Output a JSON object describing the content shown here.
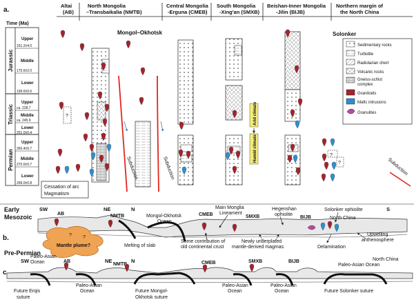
{
  "panel_labels": {
    "a": "a.",
    "b": "b.",
    "c": "c."
  },
  "time_axis": {
    "title": "Time (Ma)",
    "periods": [
      "Jurassic",
      "Triassic",
      "Permian"
    ],
    "epochs": [
      {
        "name": "Upper",
        "age": "161.2±4.0"
      },
      {
        "name": "Middle",
        "age": "175.6±2.0"
      },
      {
        "name": "Lower",
        "age": "199.6±0.6"
      },
      {
        "name": "Upper",
        "age": "ca. 228.7"
      },
      {
        "name": "Middle",
        "age": "ca. 245.9"
      },
      {
        "name": "Lower",
        "age": "251.0±0.4"
      },
      {
        "name": "Upper",
        "age": "260.4±0.7"
      },
      {
        "name": "Middle",
        "age": "270.6±0.7"
      },
      {
        "name": "Lower",
        "age": "299.0±0.8"
      }
    ]
  },
  "columns": [
    {
      "line1": "Altai",
      "line2": "(AB)"
    },
    {
      "line1": "North Mongolia",
      "line2": "–Transbaikalia (NMTB)"
    },
    {
      "line1": "Central Mongolia",
      "line2": "-Erguna (CMEB)"
    },
    {
      "line1": "South Mongolia",
      "line2": "-Xing'an (SMXB)"
    },
    {
      "line1": "Beishan-Inner Mongolia",
      "line2": "-Jilin (BIJB)"
    },
    {
      "line1": "Northern margin of",
      "line2": "the North China"
    }
  ],
  "panel_a_labels": {
    "ocean": "Mongol–Okhotsk",
    "solonker": "Solonker",
    "subduction_left": "Subduction",
    "subduction_right": "Subduction",
    "subduction_legend": "Subduction",
    "cessation_1": "Cessation of arc",
    "cessation_2": "Magmatism",
    "arid": "Arid climate",
    "humid": "Humid climate",
    "question_marks": [
      "?",
      "?",
      "?"
    ]
  },
  "legend": [
    {
      "label": "Sedimentary rocks"
    },
    {
      "label": "Turbidite"
    },
    {
      "label": "Radiolarian chert"
    },
    {
      "label": "Volcanic rocks"
    },
    {
      "label": "Gneiss-schist",
      "label2": "complex"
    },
    {
      "label": "Granitoids"
    },
    {
      "label": "Mafic intrusions"
    },
    {
      "label": "Granulites"
    }
  ],
  "panel_b": {
    "title1": "Early",
    "title2": "Mesozoic",
    "sw": "SW",
    "ne": "NE",
    "n": "N",
    "s": "S",
    "ab": "AB",
    "nmtb": "NMTB",
    "ocean1": "Mongol-Okhotsk",
    "ocean2": "Ocean",
    "cmeb": "CMEB",
    "mml1": "Main Monglia",
    "mml2": "Lineament",
    "smxb": "SMXB",
    "heg1": "Hegenshan",
    "heg2": "ophiolite",
    "sol": "Solonker ophiolite",
    "bijb": "BIJB",
    "nc": "North China",
    "plume": "Mantle plume?",
    "q1": "?",
    "q2": "?",
    "melt": "Melting of slab",
    "contrib1": "Some contribution of",
    "contrib2": "old continental crust",
    "under1": "Newly underplated",
    "under2": "mantle-derived magmas",
    "delam": "Delamination",
    "upw1": "Upwelling",
    "upw2": "anthenosphere"
  },
  "panel_c": {
    "title": "Pre-Permian",
    "sw": "SW",
    "ne": "NE",
    "n": "N",
    "nc": "North China",
    "pao1_a": "Paleo-Asian",
    "pao1_b": "Ocean",
    "ab": "AB",
    "nmtb": "NMTB",
    "cmeb": "CMEB",
    "smxb": "SMXB",
    "bijb": "BIJB",
    "pao2_a": "Paleo-Asian",
    "pao2_b": "Ocean",
    "pao3_a": "Paleo-Asian",
    "pao3_b": "Ocean",
    "pao4_a": "Paleo-Asian",
    "pao4_b": "Ocean",
    "pao5": "Paleo-Asian Ocean",
    "s1_a": "Future Erqis",
    "s1_b": "suture",
    "s2_a": "Future Mongol-",
    "s2_b": "Okhotsk suture",
    "s3": "Future Solonker suture"
  },
  "colors": {
    "granitoid": "#a5232c",
    "mafic": "#2e8fd0",
    "granulite": "#b44d9a",
    "plume": "#f0a352",
    "subduction": "#e0261e",
    "climate_box": "#f4ec7a",
    "slab": "#111111"
  }
}
